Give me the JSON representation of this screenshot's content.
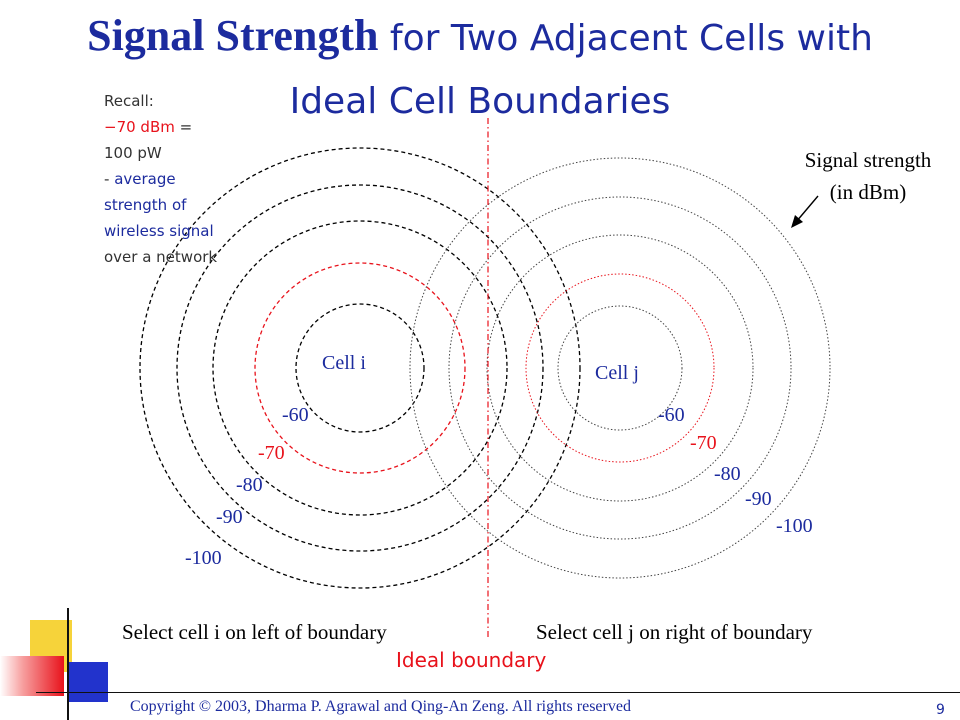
{
  "slide": {
    "title_bold": "Signal Strength",
    "title_rest_line1": " for Two Adjacent Cells with",
    "title_rest_line2": "Ideal Cell Boundaries",
    "page_number": "9",
    "copyright": "Copyright © 2003, Dharma P. Agrawal and Qing-An Zeng. All rights reserved"
  },
  "recall": {
    "heading": "Recall:",
    "value_red": "−70 dBm",
    "equals": " =",
    "value_pw": "100 pW",
    "dash": "- ",
    "desc_blue": "average strength of wireless signal",
    "desc_rest": " over a network"
  },
  "diagram": {
    "cell_i_label": "Cell i",
    "cell_j_label": "Cell j",
    "signal_label_line1": "Signal strength",
    "signal_label_line2": "(in dBm)",
    "left_select": "Select cell i on left of boundary",
    "right_select": "Select cell j on right of boundary",
    "boundary_label": "Ideal boundary",
    "levels_i": [
      "-60",
      "-70",
      "-80",
      "-90",
      "-100"
    ],
    "levels_j": [
      "-60",
      "-70",
      "-80",
      "-90",
      "-100"
    ]
  },
  "colors": {
    "title_blue": "#1c2b9e",
    "red": "#e8121b",
    "black": "#000000",
    "deco_yellow": "#f6d33a",
    "deco_red": "#e8121b",
    "deco_blue": "#2233cc"
  }
}
